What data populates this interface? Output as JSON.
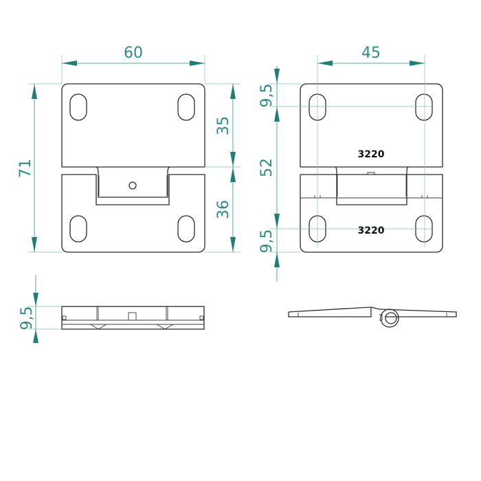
{
  "drawing": {
    "subject": "hinge technical drawing",
    "colors": {
      "dimension": "#2e8b84",
      "outline": "#2a2a2a",
      "background": "#ffffff"
    },
    "front_view": {
      "dimensions": {
        "width": "60",
        "height_total": "71",
        "upper_leaf": "35",
        "lower_leaf": "36"
      }
    },
    "rear_view": {
      "dimensions": {
        "hole_spacing_x": "45",
        "top_offset": "9,5",
        "hole_spacing_y": "52",
        "bottom_offset": "9,5"
      },
      "markings": [
        "3220",
        "3220"
      ]
    },
    "bottom_view": {
      "dimensions": {
        "thickness": "9,5"
      }
    },
    "side_view": {}
  }
}
